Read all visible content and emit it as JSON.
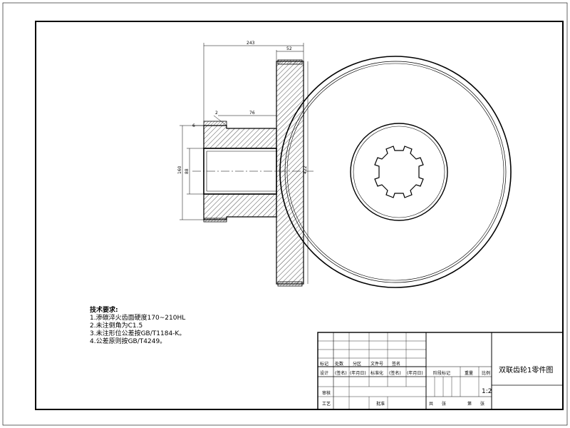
{
  "dimensions": {
    "overall_width": "243",
    "flange_width": "52",
    "hub_length": "76",
    "chamfer": "2",
    "hub_od": "160",
    "bore": "88",
    "flange_od": "422",
    "step": "6"
  },
  "technical_requirements": {
    "heading": "技术要求:",
    "items": [
      "1.渗碳淬火齿面硬度170~210HL",
      "2.未注倒角为C1.5",
      "3.未注形位公差按GB/T1184-K。",
      "4.公差原则按GB/T4249。"
    ]
  },
  "title_block": {
    "drawing_title": "双联齿轮1零件图",
    "scale": "1:2",
    "row_labels": {
      "mark": "标记",
      "count": "处数",
      "zone": "分区",
      "doc_no": "文件号",
      "sign": "签名",
      "design": "设计",
      "sig1": "(签名)",
      "date1": "(年月日)",
      "standard": "标准化",
      "sig2": "(签名)",
      "date2": "(年月日)",
      "stage_mark": "阶段标记",
      "weight": "重量",
      "ratio": "比例",
      "review": "审核",
      "process": "工艺",
      "approve": "批准",
      "total": "共",
      "sheets": "张",
      "page": "第",
      "sheet": "张"
    }
  }
}
